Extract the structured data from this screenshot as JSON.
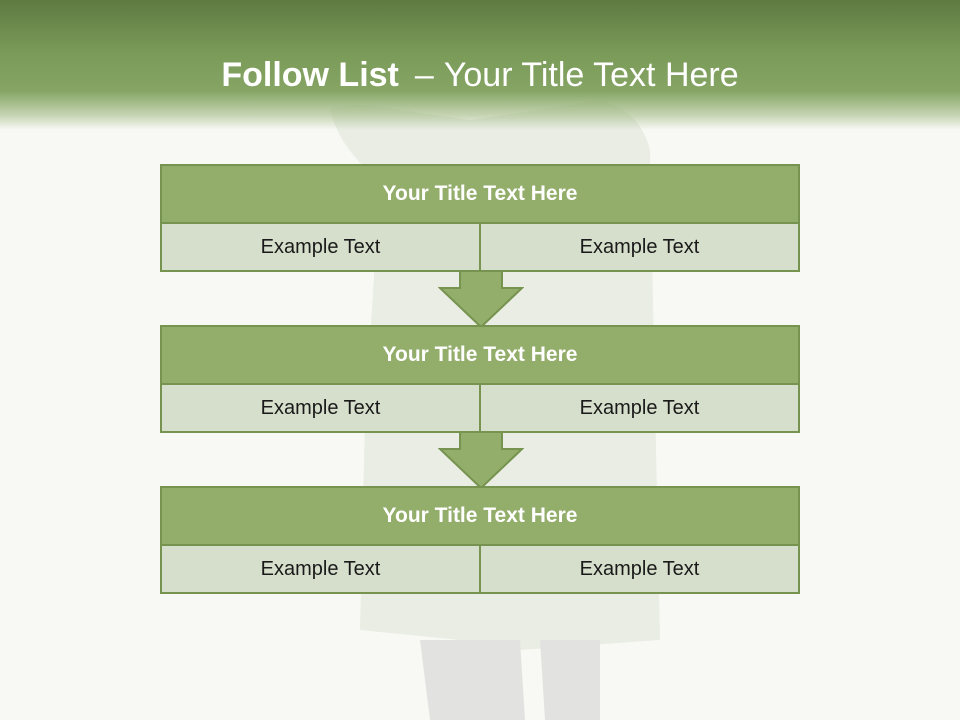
{
  "header": {
    "title_bold": "Follow List",
    "title_dash": "–",
    "title_rest": "Your Title Text Here"
  },
  "colors": {
    "header_green": "#7a9a58",
    "block_title_green": "#93ad6b",
    "block_border_green": "#76934f",
    "cell_bg": "#d6dfcb"
  },
  "blocks": [
    {
      "title": "Your Title Text Here",
      "cells": [
        "Example Text",
        "Example Text"
      ]
    },
    {
      "title": "Your Title Text Here",
      "cells": [
        "Example Text",
        "Example Text"
      ]
    },
    {
      "title": "Your Title Text Here",
      "cells": [
        "Example Text",
        "Example Text"
      ]
    }
  ],
  "connectors": [
    "down-arrow-icon",
    "down-arrow-icon"
  ]
}
